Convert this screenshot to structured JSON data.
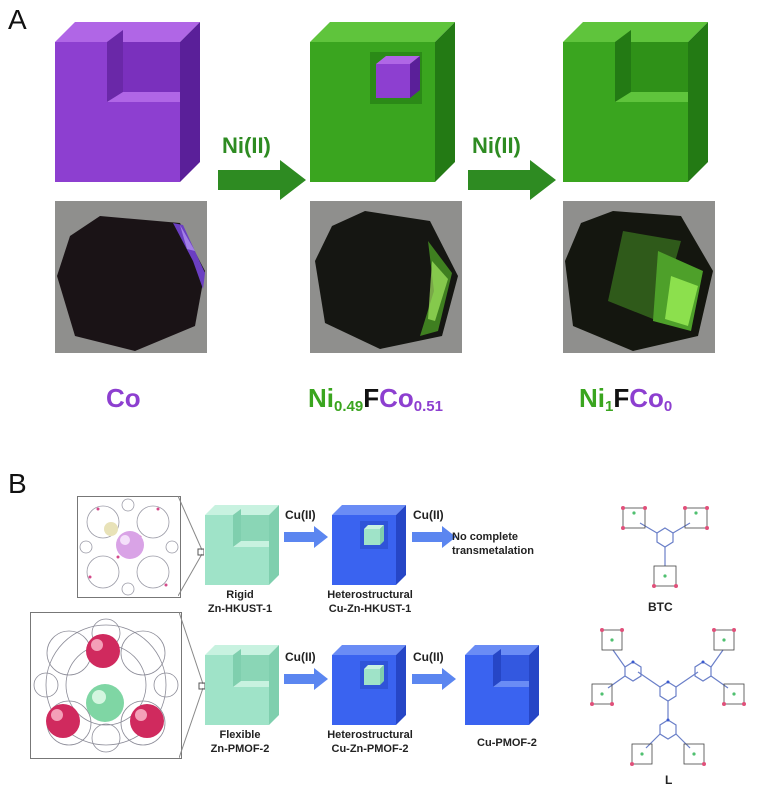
{
  "panel_a": {
    "letter": "A",
    "arrow_label_1": "Ni(II)",
    "arrow_label_2": "Ni(II)",
    "label_co": "Co",
    "label_mid": {
      "ni": "Ni",
      "ni_sub": "0.49",
      "f": "F",
      "co": "Co",
      "co_sub": "0.51"
    },
    "label_right": {
      "ni": "Ni",
      "ni_sub": "1",
      "f": "F",
      "co": "Co",
      "co_sub": "0"
    },
    "colors": {
      "purple": "#8d3fd0",
      "green": "#3aa51f",
      "dark_green": "#2e8b22"
    }
  },
  "panel_b": {
    "letter": "B",
    "row1": {
      "start_label": [
        "Rigid",
        "Zn-HKUST-1"
      ],
      "arrow_1": "Cu(II)",
      "mid_label": [
        "Heterostructural",
        "Cu-Zn-HKUST-1"
      ],
      "arrow_2": "Cu(II)",
      "end_label": [
        "No complete",
        "transmetalation"
      ]
    },
    "row2": {
      "start_label": [
        "Flexible",
        "Zn-PMOF-2"
      ],
      "arrow_1": "Cu(II)",
      "mid_label": [
        "Heterostructural",
        "Cu-Zn-PMOF-2"
      ],
      "arrow_2": "Cu(II)",
      "end_label": "Cu-PMOF-2"
    },
    "linker_1": "BTC",
    "linker_2": "L",
    "colors": {
      "mint": "#9fe3c8",
      "blue": "#3a63f0",
      "arrow_blue": "#5b86f0"
    }
  }
}
